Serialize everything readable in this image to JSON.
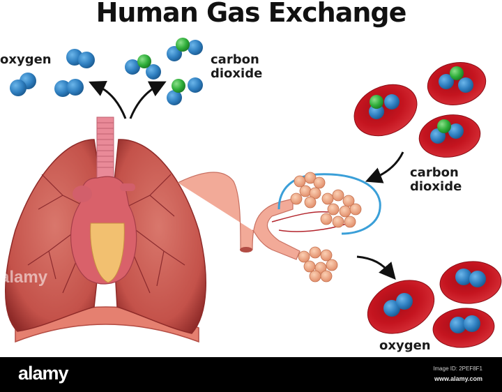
{
  "header": {
    "title": "Human Gas Exchange"
  },
  "labels": {
    "oxygen_exhaled": "oxygen",
    "co2_exhaled_line1": "carbon",
    "co2_exhaled_line2": "dioxide",
    "co2_blood_line1": "carbon",
    "co2_blood_line2": "dioxide",
    "oxygen_blood": "oxygen"
  },
  "colors": {
    "oxygen_atom": "#2f7fc0",
    "carbon_atom": "#2fae3a",
    "red_blood_cell": "#c4141f",
    "lung": "#c4524a",
    "trachea": "#e98a98",
    "alveoli": "#f0a780",
    "capillary": "#3a9fd8"
  },
  "watermark": {
    "text": "alamy"
  },
  "footer": {
    "brand": "alamy",
    "image_id": "Image ID: 2PEF8F1",
    "url": "www.alamy.com"
  }
}
